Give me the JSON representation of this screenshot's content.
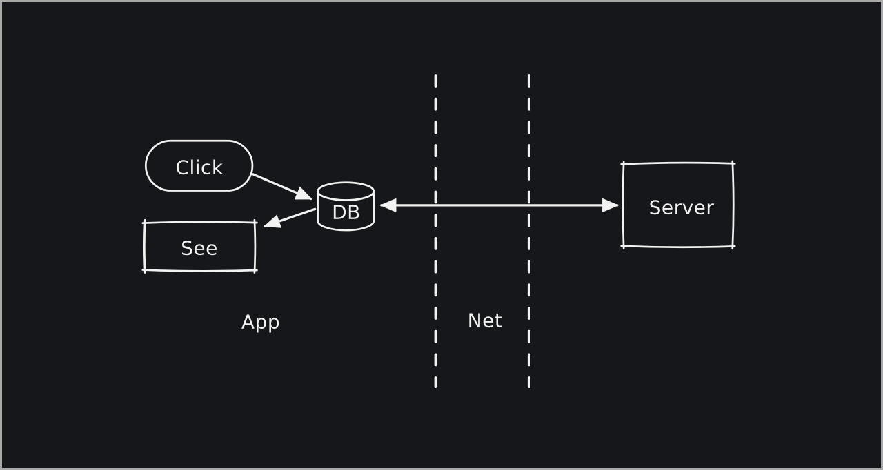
{
  "diagram": {
    "colors": {
      "background": "#16171a",
      "stroke": "#f2f2f2",
      "frame": "#a8a8a8"
    },
    "nodes": {
      "click": {
        "label": "Click",
        "shape": "stadium"
      },
      "db": {
        "label": "DB",
        "shape": "cylinder"
      },
      "see": {
        "label": "See",
        "shape": "rectangle"
      },
      "server": {
        "label": "Server",
        "shape": "rectangle"
      }
    },
    "zone_labels": {
      "app": "App",
      "net": "Net"
    },
    "edges": [
      {
        "from": "click",
        "to": "db",
        "style": "solid",
        "arrows": "end"
      },
      {
        "from": "db",
        "to": "see",
        "style": "solid",
        "arrows": "end"
      },
      {
        "from": "db",
        "to": "server",
        "style": "solid",
        "arrows": "both"
      }
    ],
    "boundaries": [
      {
        "name": "net-boundary-left",
        "style": "dashed",
        "orientation": "vertical"
      },
      {
        "name": "net-boundary-right",
        "style": "dashed",
        "orientation": "vertical"
      }
    ]
  }
}
